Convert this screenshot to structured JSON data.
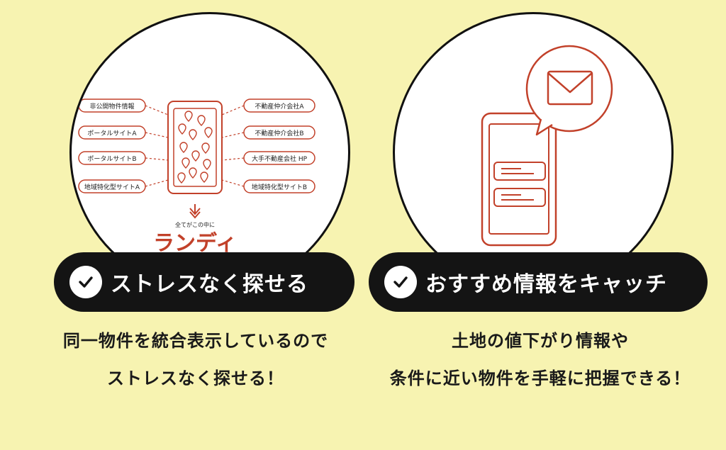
{
  "colors": {
    "background": "#f7f3b1",
    "accent": "#c2412a",
    "pill": "#141414"
  },
  "left": {
    "sources_left": [
      "非公開物件情報",
      "ポータルサイトA",
      "ポータルサイトB",
      "地域特化型サイトA"
    ],
    "sources_right": [
      "不動産仲介会社A",
      "不動産仲介会社B",
      "大手不動産会社 HP",
      "地域特化型サイトB"
    ],
    "caption": "全てがこの中に",
    "brand": "ランディ",
    "pill_label": "ストレスなく探せる",
    "desc_line1": "同一物件を統合表示しているので",
    "desc_line2": "ストレスなく探せる！"
  },
  "right": {
    "pill_label": "おすすめ情報をキャッチ",
    "desc_line1": "土地の値下がり情報や",
    "desc_line2": "条件に近い物件を手軽に把握できる！"
  }
}
